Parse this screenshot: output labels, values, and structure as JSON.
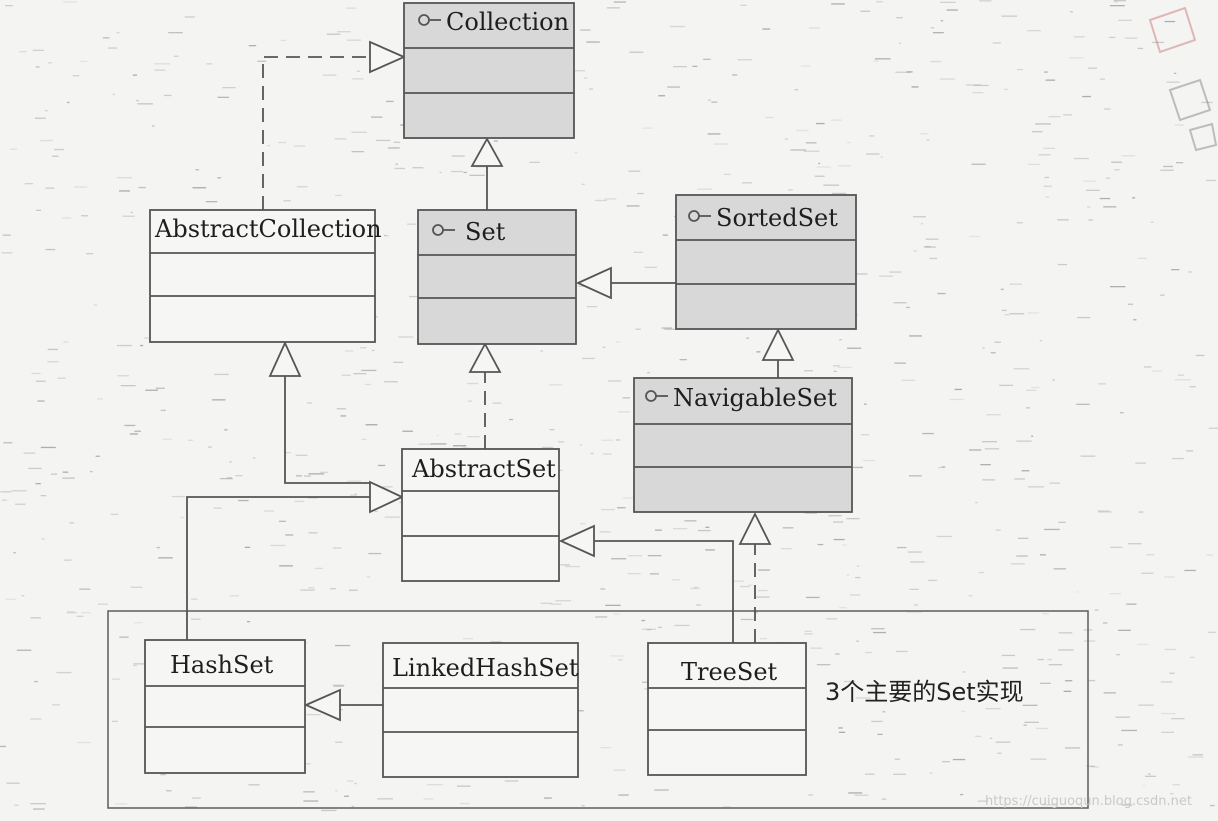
{
  "classes": {
    "collection": {
      "name": "Collection",
      "interface": true
    },
    "set": {
      "name": "Set",
      "interface": true
    },
    "sorted_set": {
      "name": "SortedSet",
      "interface": true
    },
    "navigable_set": {
      "name": "NavigableSet",
      "interface": true
    },
    "abstract_collection": {
      "name": "AbstractCollection",
      "interface": false
    },
    "abstract_set": {
      "name": "AbstractSet",
      "interface": false
    },
    "hash_set": {
      "name": "HashSet",
      "interface": false
    },
    "linked_hash_set": {
      "name": "LinkedHashSet",
      "interface": false
    },
    "tree_set": {
      "name": "TreeSet",
      "interface": false
    }
  },
  "annotation": "3个主要的Set实现",
  "watermark": "https://cuiguoqun.blog.csdn.net",
  "colors": {
    "interface_fill": "#d8d8d8",
    "class_fill": "#f6f6f4",
    "line": "#555555"
  }
}
